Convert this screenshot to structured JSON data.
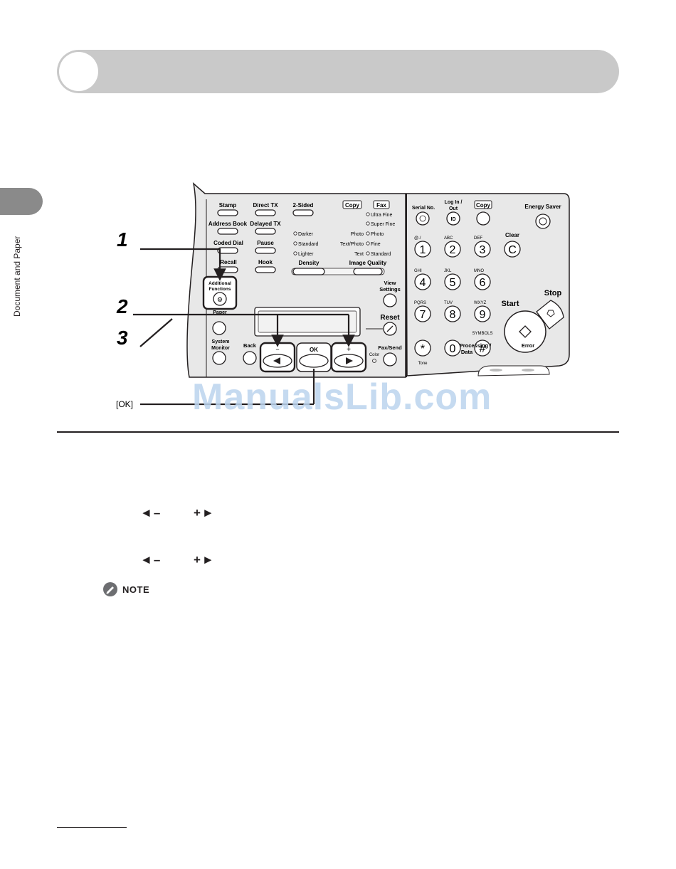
{
  "sidebar": {
    "label": "Document and Paper"
  },
  "callouts": {
    "step1": "1",
    "step2": "2",
    "step3": "3",
    "ok": "[OK]"
  },
  "panel": {
    "stamp": "Stamp",
    "direct_tx": "Direct TX",
    "two_sided": "2-Sided",
    "copy": "Copy",
    "fax": "Fax",
    "ultra_fine": "Ultra Fine",
    "super_fine": "Super Fine",
    "address_book": "Address Book",
    "delayed_tx": "Delayed TX",
    "darker": "Darker",
    "standard": "Standard",
    "lighter": "Lighter",
    "photo": "Photo",
    "text_photo": "Text/Photo",
    "text": "Text",
    "res_photo": "Photo",
    "res_fine": "Fine",
    "res_standard": "Standard",
    "coded_dial": "Coded Dial",
    "pause": "Pause",
    "recall": "Recall",
    "hook": "Hook",
    "density": "Density",
    "image_quality": "Image Quality",
    "additional_functions_1": "Additional",
    "additional_functions_2": "Functions",
    "view_settings_1": "View",
    "view_settings_2": "Settings",
    "paper": "Paper",
    "reset": "Reset",
    "system_monitor_1": "System",
    "system_monitor_2": "Monitor",
    "back": "Back",
    "minus": "−",
    "ok_key": "OK",
    "plus": "+",
    "fax_send": "Fax/Send",
    "color": "Color",
    "serial_no": "Serial No.",
    "log_in_out_1": "Log In /",
    "log_in_out_2": "Out",
    "copy_key": "Copy",
    "energy_saver": "Energy Saver",
    "id": "ID",
    "clear": "Clear",
    "clear_key": "C",
    "start": "Start",
    "stop": "Stop",
    "tone": "Tone",
    "symbols": "SYMBOLS",
    "processing_data_1": "Processing /",
    "processing_data_2": "Data",
    "error": "Error",
    "keys": [
      {
        "num": "1",
        "sub": "@./"
      },
      {
        "num": "2",
        "sub": "ABC"
      },
      {
        "num": "3",
        "sub": "DEF"
      },
      {
        "num": "4",
        "sub": "GHI"
      },
      {
        "num": "5",
        "sub": "JKL"
      },
      {
        "num": "6",
        "sub": "MNO"
      },
      {
        "num": "7",
        "sub": "PQRS"
      },
      {
        "num": "8",
        "sub": "TUV"
      },
      {
        "num": "9",
        "sub": "WXYZ"
      },
      {
        "num": "*",
        "sub": ""
      },
      {
        "num": "0",
        "sub": ""
      },
      {
        "num": "#",
        "sub": ""
      }
    ]
  },
  "body": {
    "arrows_row1_left": "◄–",
    "arrows_row1_right": "+►",
    "arrows_row2_left": "◄–",
    "arrows_row2_right": "+►",
    "note": "NOTE"
  },
  "watermark": "ManualsLib.com",
  "colors": {
    "title_bar": "#c9c9c9",
    "side_tab": "#8a8a8a",
    "panel_light": "#e8e8e8",
    "watermark": "#bcd4ee"
  }
}
